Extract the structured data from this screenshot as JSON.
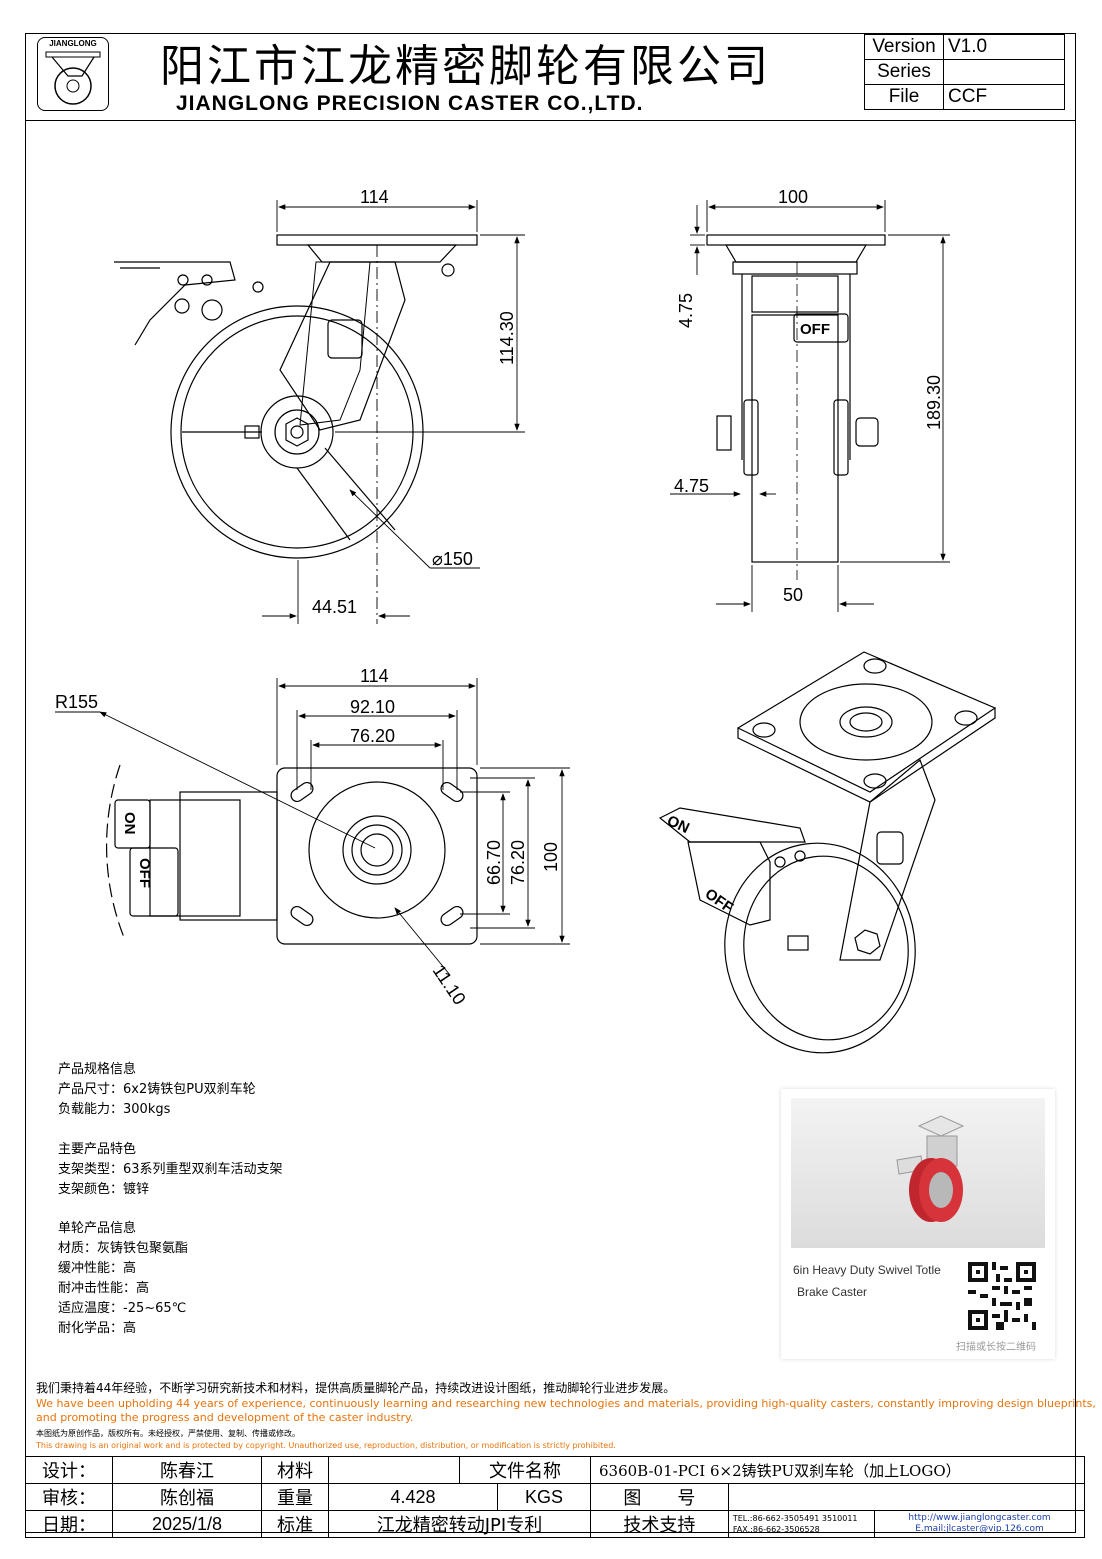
{
  "header": {
    "logo_text": "JIANGLONG",
    "title_cn": "阳江市江龙精密脚轮有限公司",
    "title_en": "JIANGLONG PRECISION CASTER CO.,LTD.",
    "meta": [
      {
        "key": "Version",
        "value": "V1.0"
      },
      {
        "key": "Series",
        "value": ""
      },
      {
        "key": "File",
        "value": "CCF"
      }
    ]
  },
  "drawing": {
    "dims": {
      "side_width": "114",
      "side_height": "114.30",
      "wheel_dia": "⌀150",
      "offset": "44.51",
      "front_width": "100",
      "front_top": "4.75",
      "front_height": "189.30",
      "front_side": "4.75",
      "wheel_width": "50",
      "plate_width": "114",
      "hole_span_1": "92.10",
      "hole_span_2": "76.20",
      "swivel_radius": "R155",
      "hole_v1": "66.70",
      "hole_v2": "76.20",
      "plate_height": "100",
      "hole_size": "11.10"
    },
    "labels": {
      "on": "ON",
      "off": "OFF"
    }
  },
  "specs": {
    "sections": [
      {
        "title": "产品规格信息",
        "lines": [
          "产品尺寸：6x2铸铁包PU双刹车轮",
          "负载能力：300kgs"
        ]
      },
      {
        "title": "主要产品特色",
        "lines": [
          "支架类型：63系列重型双刹车活动支架",
          "支架颜色：镀锌"
        ]
      },
      {
        "title": "单轮产品信息",
        "lines": [
          "材质：灰铸铁包聚氨酯",
          "缓冲性能：高",
          "耐冲击性能：高",
          "适应温度：-25~65℃",
          "耐化学品：高"
        ]
      }
    ]
  },
  "product_card": {
    "caption_line1": "6in Heavy Duty Swivel Totle",
    "caption_line2": "Brake Caster",
    "qr_hint": "扫描或长按二维码"
  },
  "notes": {
    "cn": "我们秉持着44年经验，不断学习研究新技术和材料，提供高质量脚轮产品，持续改进设计图纸，推动脚轮行业进步发展。",
    "en1": "We have been upholding 44 years of experience, continuously learning and researching new technologies and materials, providing high-quality casters, constantly improving design blueprints,",
    "en2": "and promoting the progress and development of the caster industry.",
    "copyright_cn": "本图纸为原创作品，版权所有。未经授权，严禁使用、复制、传播或修改。",
    "copyright_en": "This drawing is an original work and is protected by copyright. Unauthorized use, reproduction, distribution, or modification is strictly prohibited."
  },
  "title_block": {
    "design_label": "设计：",
    "design_value": "陈春江",
    "material_label": "材料",
    "material_value": "",
    "docname_label": "文件名称",
    "docname_value": "6360B-01-PCI 6×2铸铁PU双刹车轮（加上LOGO）",
    "review_label": "审核：",
    "review_value": "陈创福",
    "weight_label": "重量",
    "weight_value": "4.428",
    "weight_unit": "KGS",
    "drawing_no_label": "图　　号",
    "drawing_no_value": "",
    "date_label": "日期：",
    "date_value": "2025/1/8",
    "standard_label": "标准",
    "standard_value": "江龙精密转动JPI专利",
    "support_label": "技术支持",
    "tel": "TEL.:86-662-3505491 3510011",
    "fax": "FAX.:86-662-3506528",
    "url": "http://www.jianglongcaster.com",
    "email": "E.mail:jlcaster@vip.126.com"
  }
}
